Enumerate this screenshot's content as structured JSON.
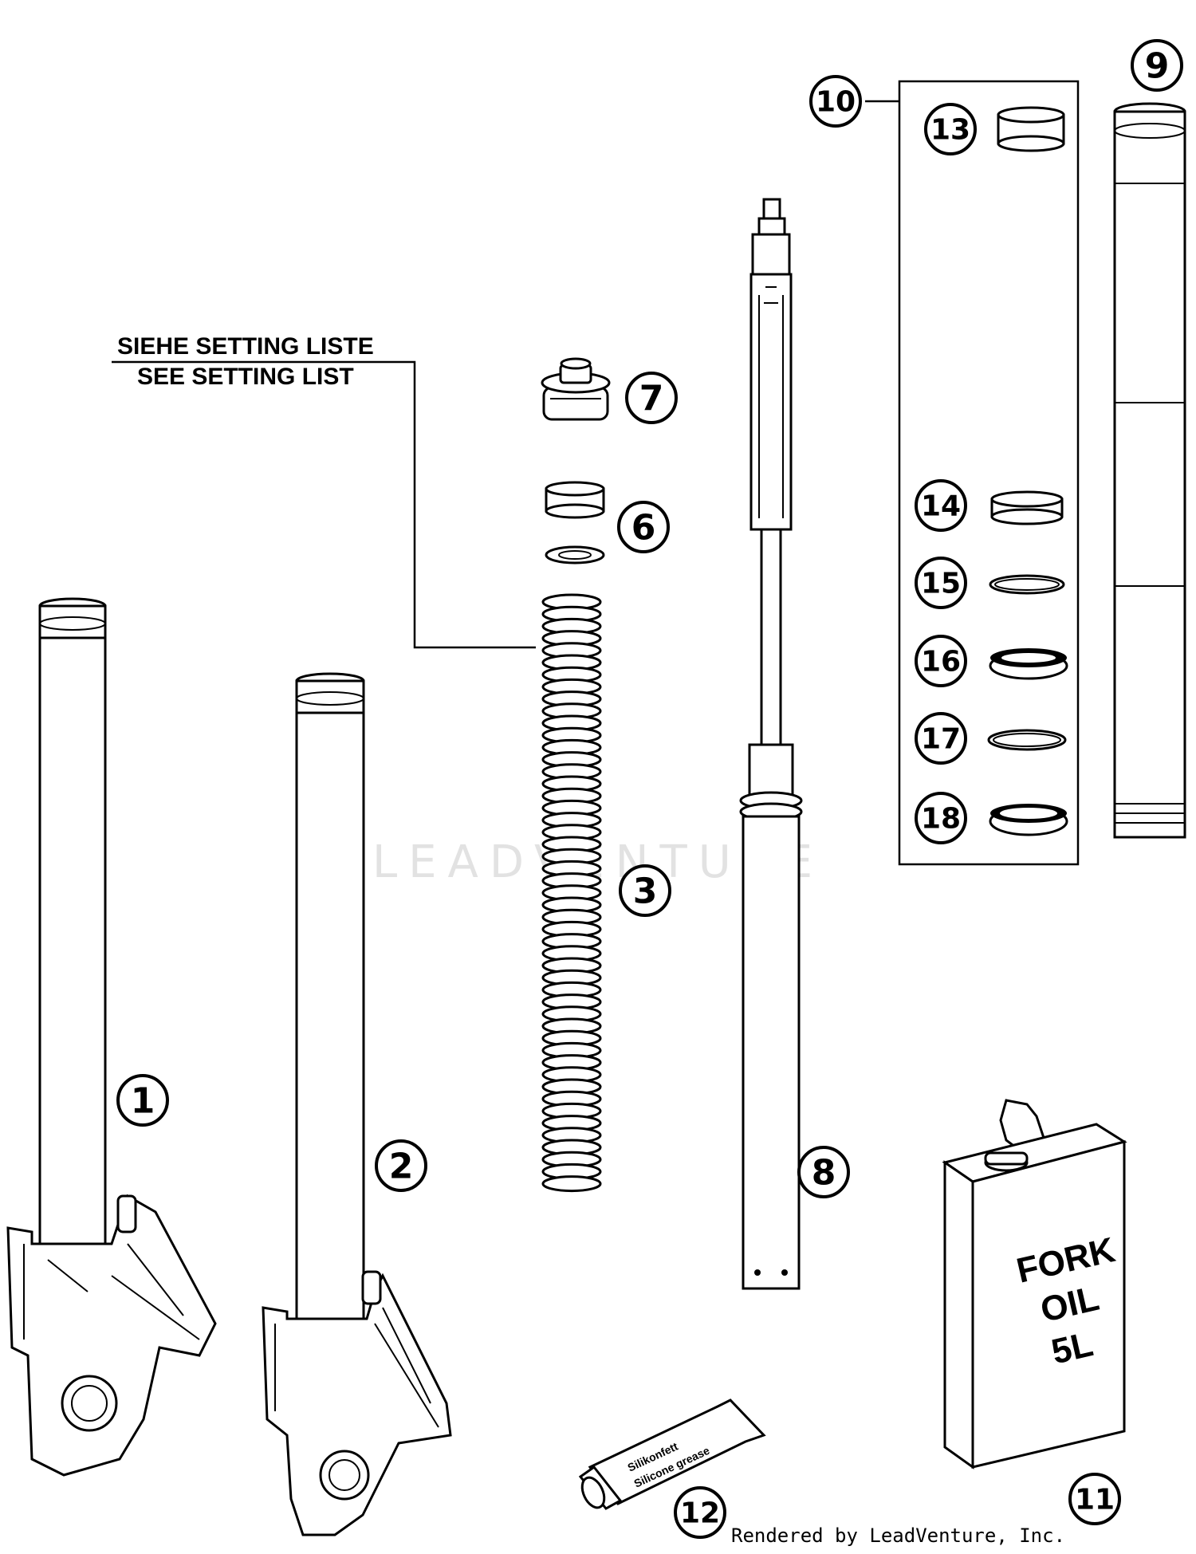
{
  "note": {
    "line1": "SIEHE SETTING LISTE",
    "line2": "SEE SETTING LIST"
  },
  "callouts": {
    "c1": "1",
    "c2": "2",
    "c3": "3",
    "c6": "6",
    "c7": "7",
    "c8": "8",
    "c9": "9",
    "c10": "10",
    "c11": "11",
    "c12": "12",
    "c13": "13",
    "c14": "14",
    "c15": "15",
    "c16": "16",
    "c17": "17",
    "c18": "18"
  },
  "oil_can": {
    "line1": "FORK",
    "line2": "OIL",
    "line3": "5L"
  },
  "grease_tube": {
    "line1": "Silikonfett",
    "line2": "Silicone grease"
  },
  "watermark": "LEADVENTURE",
  "footer": "Rendered by LeadVenture, Inc."
}
